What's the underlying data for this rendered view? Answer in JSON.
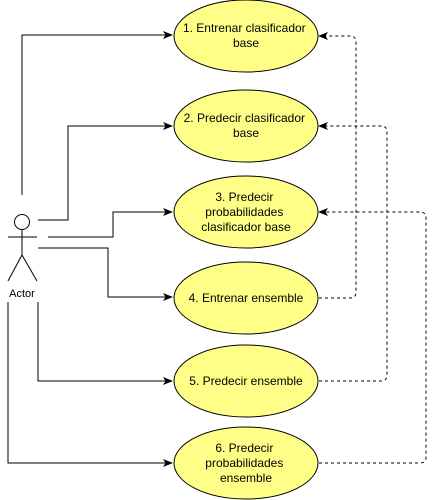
{
  "diagram": {
    "actor": {
      "label": "Actor"
    },
    "use_cases": [
      {
        "id": "uc1",
        "lines": [
          "1. Entrenar clasificador",
          "base"
        ]
      },
      {
        "id": "uc2",
        "lines": [
          "2. Predecir clasificador",
          "base"
        ]
      },
      {
        "id": "uc3",
        "lines": [
          "3. Predecir",
          "probabilidades",
          "clasificador base"
        ]
      },
      {
        "id": "uc4",
        "lines": [
          "4. Entrenar ensemble"
        ]
      },
      {
        "id": "uc5",
        "lines": [
          "5. Predecir ensemble"
        ]
      },
      {
        "id": "uc6",
        "lines": [
          "6. Predecir",
          "probabilidades",
          "ensemble"
        ]
      }
    ],
    "colors": {
      "ellipse_fill": "#ffff88",
      "stroke": "#000000",
      "background": "#ffffff"
    }
  }
}
